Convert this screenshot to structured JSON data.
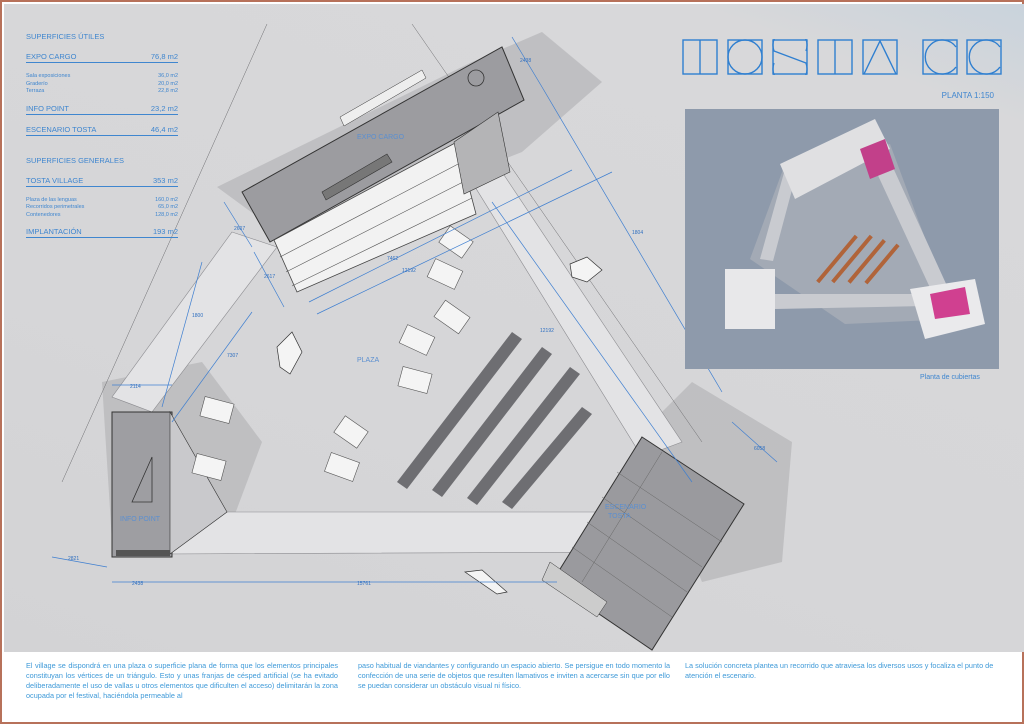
{
  "title": "TOSTA CC",
  "scale_label": "PLANTA 1:150",
  "render_caption": "Planta de cubiertas",
  "colors": {
    "accent": "#3f86cf",
    "border": "#b7715a",
    "sheet": "#d7d7d9"
  },
  "areas": {
    "useful_heading": "SUPERFICIES ÚTILES",
    "expo": {
      "label": "EXPO CARGO",
      "value": "76,8 m2",
      "items": [
        {
          "label": "Sala exposiciones",
          "value": "36,0 m2"
        },
        {
          "label": "Graderío",
          "value": "20,0 m2"
        },
        {
          "label": "Terraza",
          "value": "22,8 m2"
        }
      ]
    },
    "info": {
      "label": "INFO POINT",
      "value": "23,2 m2"
    },
    "stage": {
      "label": "ESCENARIO TOSTA",
      "value": "46,4 m2"
    },
    "general_heading": "SUPERFICIES GENERALES",
    "village": {
      "label": "TOSTA VILLAGE",
      "value": "353  m2",
      "items": [
        {
          "label": "Plaza de las lenguas",
          "value": "160,0 m2"
        },
        {
          "label": "Recorridos perimetrales",
          "value": "65,0 m2"
        },
        {
          "label": "Contenedores",
          "value": "128,0 m2"
        }
      ]
    },
    "implant": {
      "label": "IMPLANTACIÓN",
      "value": "193  m2"
    }
  },
  "plan_labels": {
    "expo": "EXPO CARGO",
    "plaza": "PLAZA",
    "info": "INFO POINT",
    "stage1": "ESCENARIO",
    "stage2": "TOSTA"
  },
  "dimensions": {
    "d1": "2438",
    "d2": "2607",
    "d3": "2617",
    "d4": "7462",
    "d5": "12192",
    "d6": "12192",
    "d7": "1804",
    "d8": "1800",
    "d9": "7307",
    "d10": "2114",
    "d11": "2438",
    "d12": "15761",
    "d13": "2821",
    "d14": "6058"
  },
  "description": {
    "col1": "El village se dispondrá en una plaza o superficie plana de forma que los elementos principales constituyan los vértices de un triángulo. Esto y unas franjas de césped artificial (se ha evitado deliberadamente el uso de vallas u otros elementos que dificulten el acceso)  delimitarán la zona ocupada por el festival, haciéndola permeable al",
    "col2": "paso habitual de viandantes y configurando un espacio abierto. Se persigue en todo momento la confección de una serie de objetos que resulten llamativos e inviten a acercarse sin que por ello se puedan considerar un obstáculo visual ni físico.",
    "col3": "La solución concreta plantea un recorrido que atraviesa los diversos usos y focaliza el punto de atención el escenario."
  }
}
